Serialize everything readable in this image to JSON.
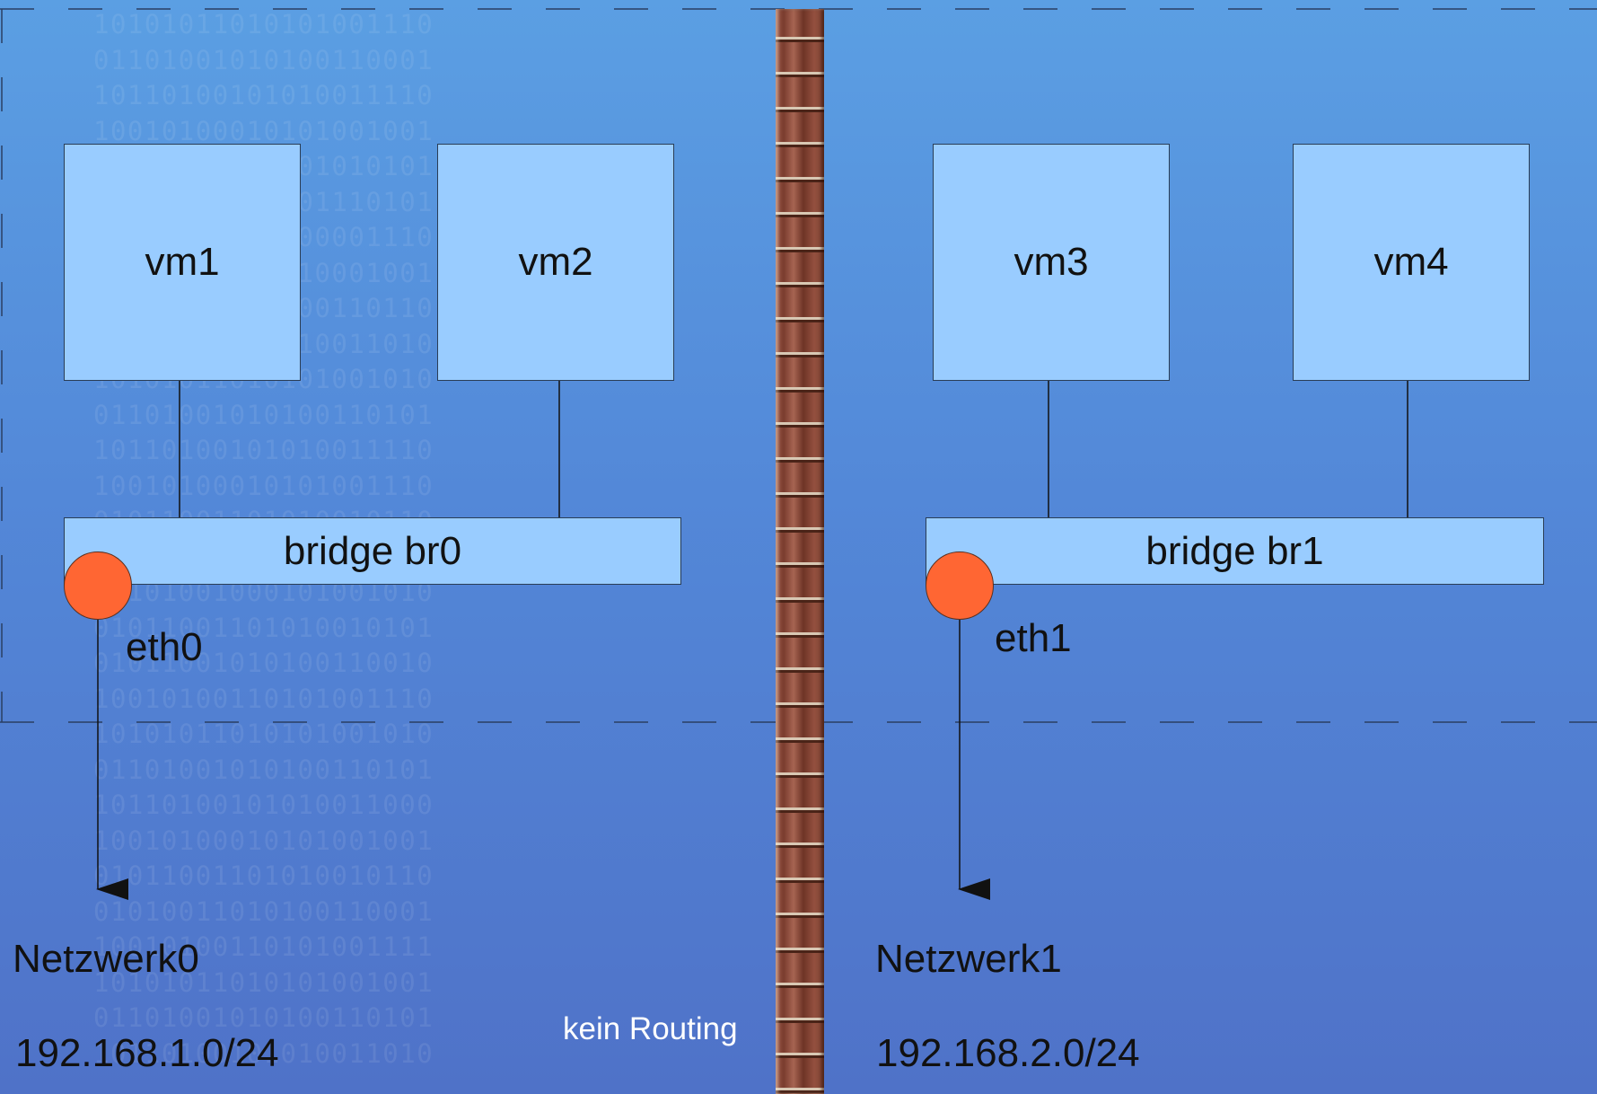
{
  "background_binary": [
    "10101011010101001110",
    "01101001010100110001",
    "10110100101010011110",
    "10010100010101001001",
    "01011001010101010101",
    "10101011010101110101",
    "01101001010100001110",
    "10110100101010001001",
    "10010100010100110110",
    "01011001101010011010",
    "10101011010101001010",
    "01101001010100110101",
    "10110100101010011110",
    "10010100010101001110",
    "01011001101010010110",
    "10101010100101001001",
    "10101001000101001010",
    "01011001101010010101",
    "01011001010100110010",
    "10010100110101001110",
    "10101011010101001010",
    "01101001010100110101",
    "10110100101010011000",
    "10010100010101001001",
    "01011001101010010110",
    "01010011010100110001",
    "10010100110101001111",
    "10101011010101001001",
    "01101001010100110101",
    "10110100101010011010"
  ],
  "left_network": {
    "vms": [
      "vm1",
      "vm2"
    ],
    "bridge": "bridge br0",
    "interface": "eth0",
    "network_name": "Netzwerk0",
    "subnet": "192.168.1.0/24"
  },
  "right_network": {
    "vms": [
      "vm3",
      "vm4"
    ],
    "bridge": "bridge br1",
    "interface": "eth1",
    "network_name": "Netzwerk1",
    "subnet": "192.168.2.0/24"
  },
  "firewall_label": "kein Routing",
  "colors": {
    "node_fill": "#99ccff",
    "interface_fill": "#ff6633",
    "line": "#111111",
    "dashed_boundary": "#2b3f63"
  }
}
